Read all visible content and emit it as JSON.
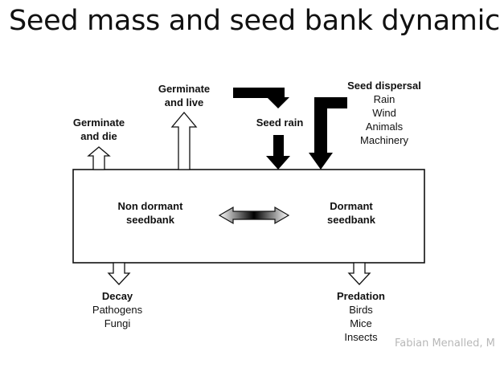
{
  "title": "Seed mass and seed bank dynamics",
  "labels": {
    "germinate_die": [
      "Germinate",
      "and die"
    ],
    "germinate_live": [
      "Germinate",
      "and live"
    ],
    "seed_rain": "Seed rain",
    "seed_dispersal": {
      "heading": "Seed dispersal",
      "items": [
        "Rain",
        "Wind",
        "Animals",
        "Machinery"
      ]
    },
    "non_dormant": [
      "Non dormant",
      "seedbank"
    ],
    "dormant": [
      "Dormant",
      "seedbank"
    ],
    "decay": {
      "heading": "Decay",
      "items": [
        "Pathogens",
        "Fungi"
      ]
    },
    "predation": {
      "heading": "Predation",
      "items": [
        "Birds",
        "Mice",
        "Insects"
      ]
    }
  },
  "credit": "Fabian Menalled, M",
  "colors": {
    "box_stroke": "#111111",
    "arrow_fill": "#000000",
    "outline_arrow_fill": "#ffffff",
    "credit": "#b8b8b8"
  }
}
